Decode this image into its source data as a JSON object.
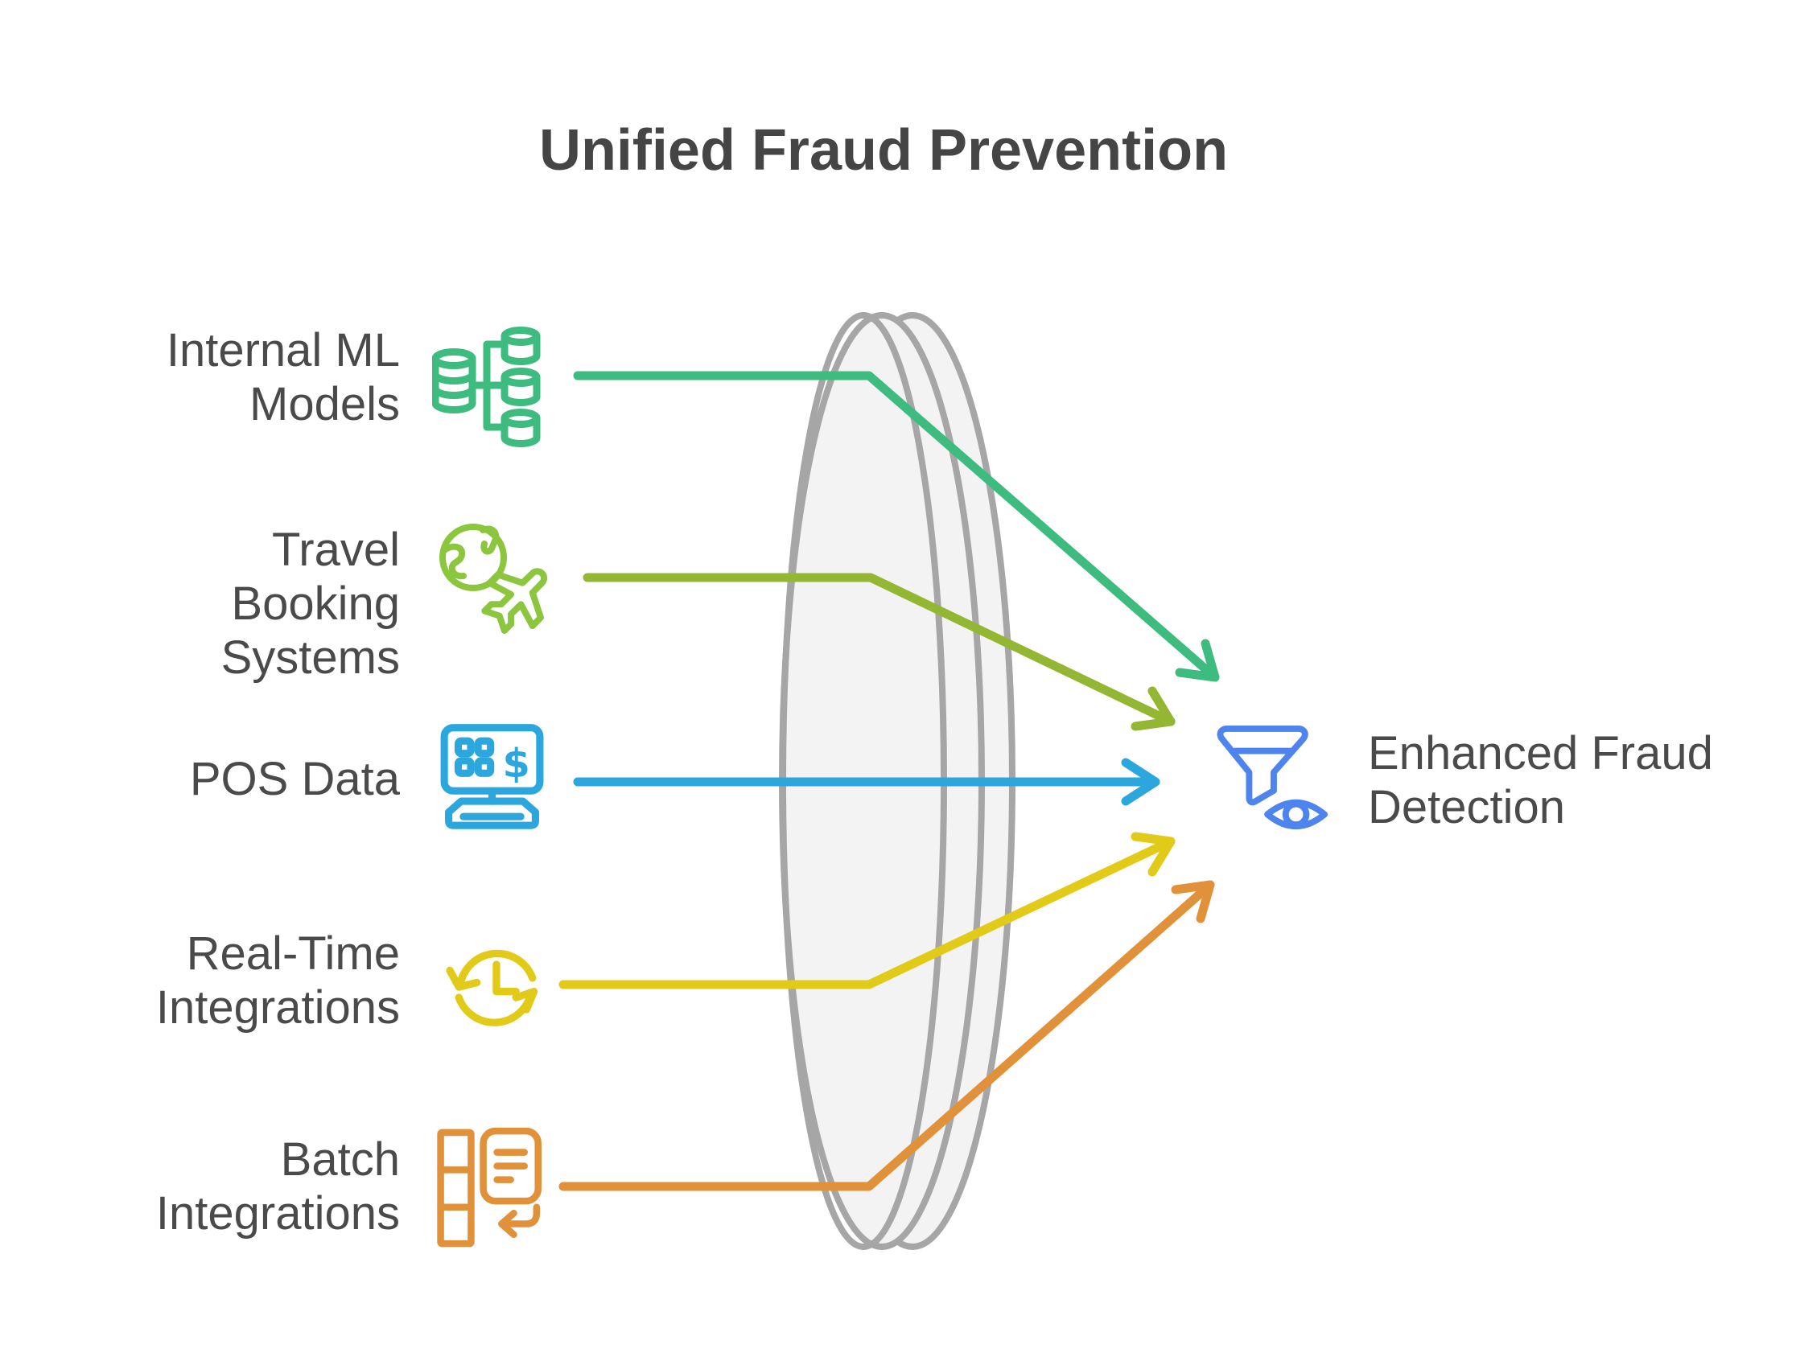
{
  "title": "Unified Fraud Prevention",
  "colors": {
    "green": "#3ebb7e",
    "lime": "#8cc63e",
    "olive": "#93b733",
    "blue": "#2ba7dd",
    "yellow": "#e2cb18",
    "orange": "#e0913a",
    "royal": "#4d84ee",
    "text": "#4a4a4a",
    "lensStroke": "#a6a6a6",
    "lensFill": "#f3f3f3"
  },
  "sources": [
    {
      "id": "internal-ml-models",
      "icon": "database-network-icon",
      "color": "#3ebb7e",
      "lines": [
        "Internal ML",
        "Models"
      ]
    },
    {
      "id": "travel-booking-systems",
      "icon": "globe-airplane-icon",
      "color": "#8cc63e",
      "lines": [
        "Travel Booking",
        "Systems"
      ]
    },
    {
      "id": "pos-data",
      "icon": "pos-terminal-icon",
      "color": "#2ba7dd",
      "lines": [
        "POS Data"
      ]
    },
    {
      "id": "real-time-integrations",
      "icon": "sync-clock-icon",
      "color": "#e2cb18",
      "lines": [
        "Real-Time",
        "Integrations"
      ]
    },
    {
      "id": "batch-integrations",
      "icon": "batch-document-icon",
      "color": "#e0913a",
      "lines": [
        "Batch",
        "Integrations"
      ]
    }
  ],
  "output": {
    "id": "enhanced-fraud-detection",
    "icon": "funnel-eye-icon",
    "color": "#4d84ee",
    "lines": [
      "Enhanced Fraud",
      "Detection"
    ]
  }
}
